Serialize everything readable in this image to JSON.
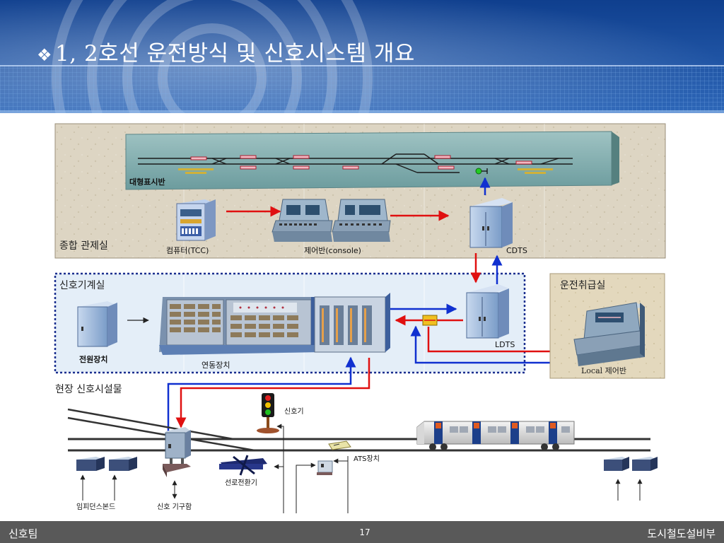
{
  "slide": {
    "title": "1, 2호선 운전방식 및 신호시스템 개요",
    "bullet": "❖"
  },
  "rooms": {
    "control_center": "종합 관제실",
    "signal_equipment_room": "신호기계실",
    "operation_room": "운전취급실",
    "field": "현장 신호시설물"
  },
  "devices": {
    "display_board": "대형표시반",
    "tcc": "컴퓨터(TCC)",
    "console": "제어반(console)",
    "cdts": "CDTS",
    "ldts": "LDTS",
    "power_supply": "전원장치",
    "interlocking": "연동장치",
    "local_panel": "Local 제어반",
    "signal": "신호기",
    "ats": "ATS장치",
    "point_machine": "선로전환기",
    "impedance_bond": "임피던스본드",
    "signal_box": "신호 기구함"
  },
  "footer": {
    "left": "신호팀",
    "page": "17",
    "right": "도시철도설비부"
  },
  "colors": {
    "header_blue": "#1e4f9c",
    "arrow_red": "#e01010",
    "arrow_blue": "#1030d0",
    "dotted_border": "#1a2f8f"
  }
}
